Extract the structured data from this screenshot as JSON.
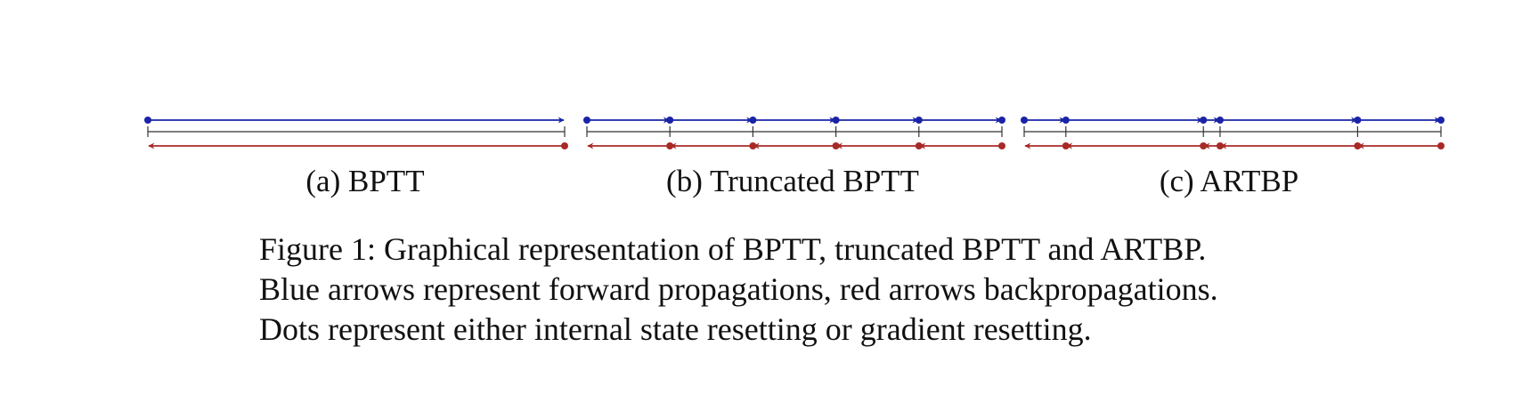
{
  "colors": {
    "forward": "#1a24a8",
    "backward": "#a82a26",
    "axis": "#333333"
  },
  "panels": [
    {
      "caption": "(a) BPTT",
      "boundaries": [
        0,
        1
      ]
    },
    {
      "caption": "(b) Truncated BPTT",
      "boundaries": [
        0,
        0.2,
        0.4,
        0.6,
        0.8,
        1
      ]
    },
    {
      "caption": "(c) ARTBP",
      "boundaries": [
        0,
        0.1,
        0.43,
        0.47,
        0.8,
        1
      ]
    }
  ],
  "figure_caption": {
    "lines": [
      "Figure 1: Graphical representation of BPTT, truncated BPTT and ARTBP.",
      "Blue arrows represent forward propagations, red arrows backpropagations.",
      "Dots represent either internal state resetting or gradient resetting."
    ]
  }
}
